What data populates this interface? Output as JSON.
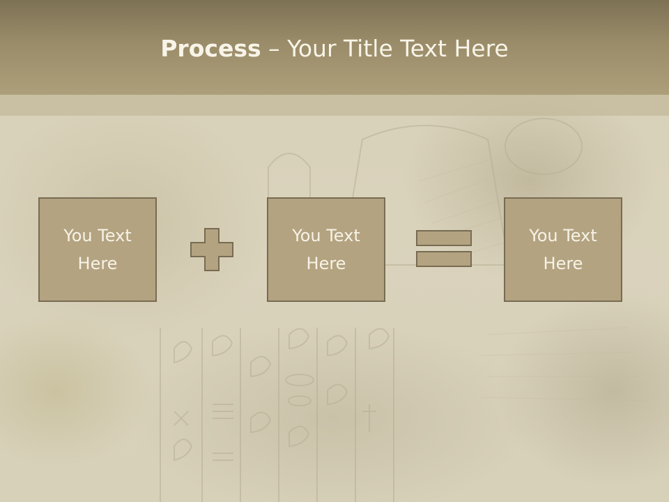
{
  "slide": {
    "title_bold": "Process",
    "title_rest": " – Your Title Text Here"
  },
  "process": {
    "boxes": [
      {
        "label": "You Text\nHere"
      },
      {
        "label": "You Text\nHere"
      },
      {
        "label": "You Text\nHere"
      }
    ],
    "operators": [
      "plus-icon",
      "equals-icon"
    ]
  },
  "colors": {
    "title_bar": "#9a8c69",
    "box_fill": "#b3a381",
    "box_border": "#776b52",
    "text": "#f7f3e6",
    "background": "#dad3bc"
  }
}
